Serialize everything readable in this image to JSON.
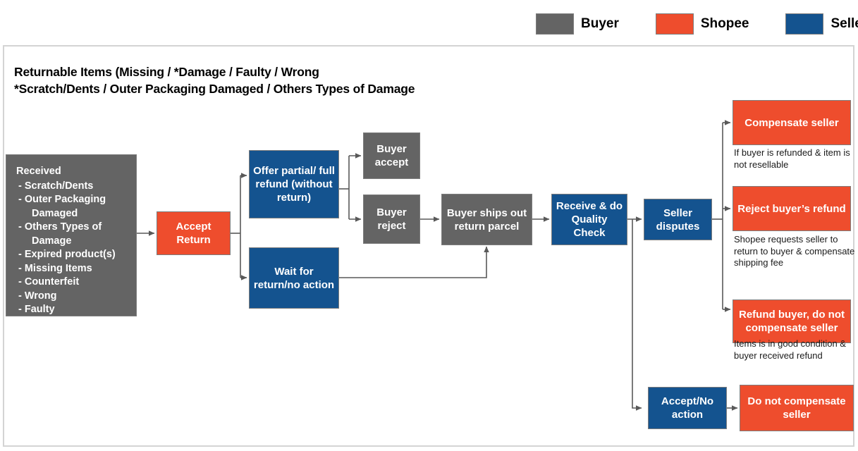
{
  "colors": {
    "buyer_gray": "#646464",
    "shopee_orange": "#ee4d2d",
    "seller_blue": "#14538f",
    "panel_border": "#d4d4d4",
    "connector": "#595959"
  },
  "legend": {
    "items": [
      {
        "label": "Buyer",
        "color": "#646464"
      },
      {
        "label": "Shopee",
        "color": "#ee4d2d"
      },
      {
        "label": "Seller",
        "color": "#14538f"
      }
    ]
  },
  "panel": {
    "title_line1": "Returnable Items (Missing / *Damage / Faulty / Wrong",
    "title_line2": "*Scratch/Dents / Outer Packaging Damaged / Others Types of Damage"
  },
  "nodes": {
    "received": {
      "heading": "Received",
      "items": [
        "-  Scratch/Dents",
        "-  Outer Packaging Damaged",
        "-  Others Types of Damage",
        "-  Expired product(s)",
        "-  Missing Items",
        "-  Counterfeit",
        "-  Wrong",
        "-  Faulty"
      ],
      "owner": "Buyer"
    },
    "accept_return": {
      "label": "Accept Return",
      "owner": "Shopee"
    },
    "offer_refund": {
      "label": "Offer partial/ full refund (without return)",
      "owner": "Seller"
    },
    "wait_return": {
      "label": "Wait for return/no action",
      "owner": "Seller"
    },
    "buyer_accept": {
      "label": "Buyer accept",
      "owner": "Buyer"
    },
    "buyer_reject": {
      "label": "Buyer reject",
      "owner": "Buyer"
    },
    "ships_parcel": {
      "label": "Buyer ships out return parcel",
      "owner": "Buyer"
    },
    "quality_check": {
      "label": "Receive & do Quality Check",
      "owner": "Seller"
    },
    "seller_disputes": {
      "label": "Seller disputes",
      "owner": "Seller"
    },
    "accept_no_action": {
      "label": "Accept/No action",
      "owner": "Seller"
    },
    "compensate_seller": {
      "label": "Compensate seller",
      "owner": "Shopee"
    },
    "reject_refund": {
      "label": "Reject buyer’s refund",
      "owner": "Shopee"
    },
    "refund_no_compensate": {
      "label": "Refund buyer, do not compensate seller",
      "owner": "Shopee"
    },
    "do_not_compensate": {
      "label": "Do not compensate seller",
      "owner": "Shopee"
    }
  },
  "captions": {
    "compensate_seller": "If buyer is refunded & item is not resellable",
    "reject_refund": "Shopee requests seller to return to buyer & compensate shipping fee",
    "refund_no_compensate": "Items is in good condition & buyer received refund"
  }
}
